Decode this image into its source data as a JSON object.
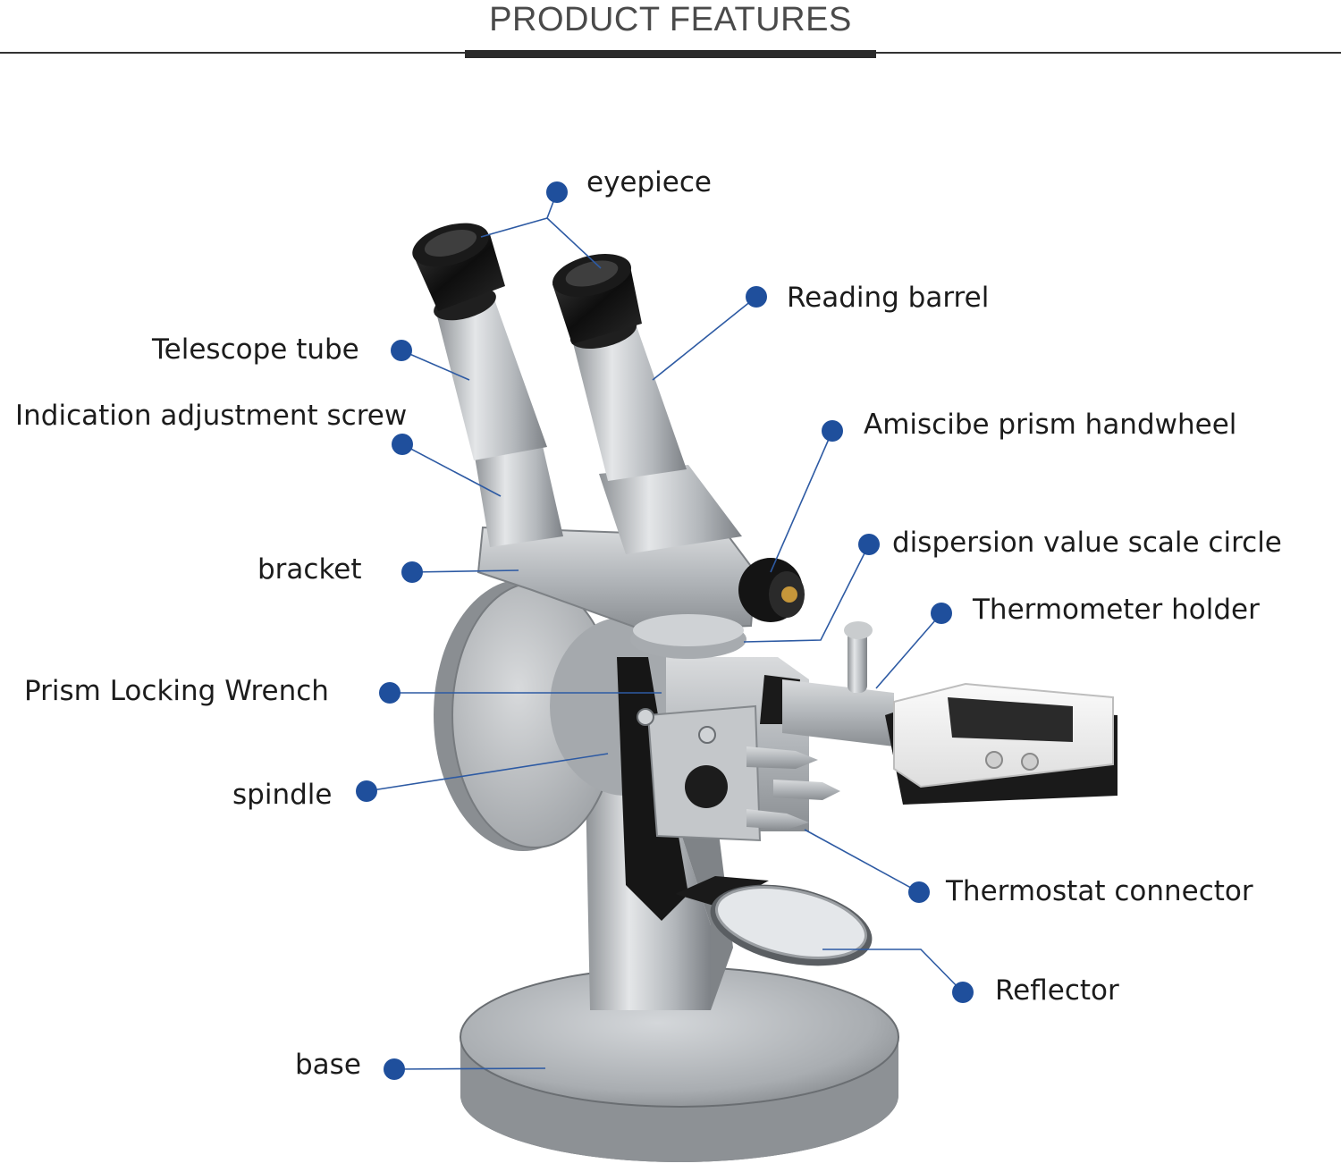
{
  "header": {
    "title": "PRODUCT FEATURES"
  },
  "colors": {
    "marker": "#1f4f9c",
    "leader": "#2d5aa3",
    "text": "#1c1c1c",
    "metal": "#b8bcc0",
    "dark": "#1a1a1a"
  },
  "illustration": {
    "subject": "refractometer-illustration"
  },
  "callouts": [
    {
      "label": "eyepiece",
      "side": "right"
    },
    {
      "label": "Reading barrel",
      "side": "right"
    },
    {
      "label": "Telescope tube",
      "side": "left"
    },
    {
      "label": "Indication adjustment screw",
      "side": "left"
    },
    {
      "label": "Amiscibe prism handwheel",
      "side": "right"
    },
    {
      "label": "dispersion value scale circle",
      "side": "right"
    },
    {
      "label": "bracket",
      "side": "left"
    },
    {
      "label": "Thermometer holder",
      "side": "right"
    },
    {
      "label": "Prism Locking Wrench",
      "side": "left"
    },
    {
      "label": "spindle",
      "side": "left"
    },
    {
      "label": "Thermostat connector",
      "side": "right"
    },
    {
      "label": "Reflector",
      "side": "right"
    },
    {
      "label": "base",
      "side": "left"
    }
  ]
}
